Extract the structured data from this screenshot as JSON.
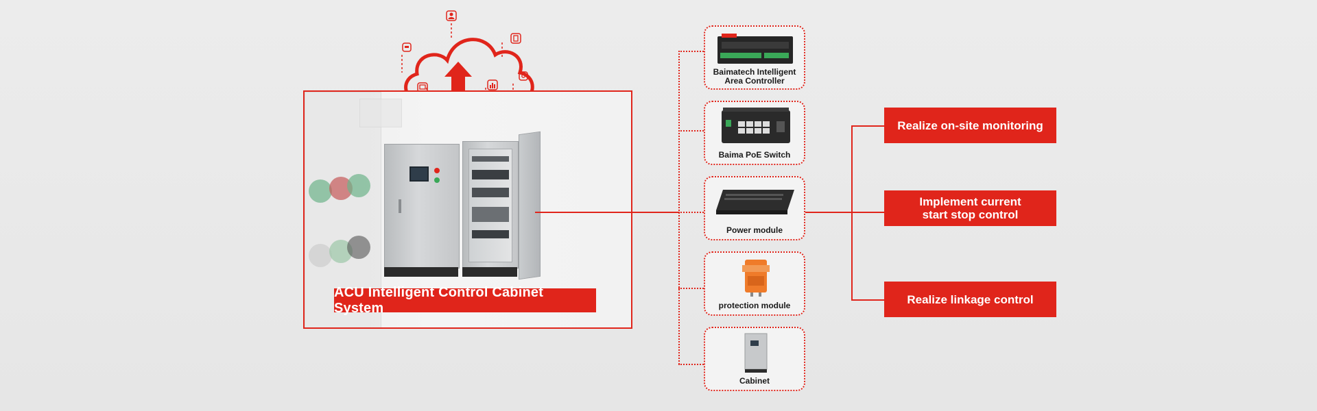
{
  "system": {
    "title": "ACU Intelligent Control Cabinet System"
  },
  "devices": [
    {
      "label_line1": "Baimatech Intelligent",
      "label_line2": "Area Controller",
      "icon": "controller-icon"
    },
    {
      "label": "Baima  PoE Switch",
      "icon": "poe-switch-icon"
    },
    {
      "label": "Power module",
      "icon": "power-module-icon"
    },
    {
      "label": "protection module",
      "icon": "protection-module-icon"
    },
    {
      "label": "Cabinet",
      "icon": "cabinet-icon"
    }
  ],
  "functions": [
    {
      "line1": "Realize on-site monitoring"
    },
    {
      "line1": "Implement current",
      "line2": "start stop control"
    },
    {
      "line1": "Realize linkage control"
    }
  ],
  "colors": {
    "accent": "#e0251b",
    "background": "#e8e8e8",
    "text": "#1a1a1a"
  },
  "cloud_icons": [
    "user-icon",
    "document-icon",
    "message-icon",
    "monitor-icon",
    "chart-icon",
    "camera-icon",
    "rss-icon",
    "device-icon",
    "building-icon"
  ]
}
